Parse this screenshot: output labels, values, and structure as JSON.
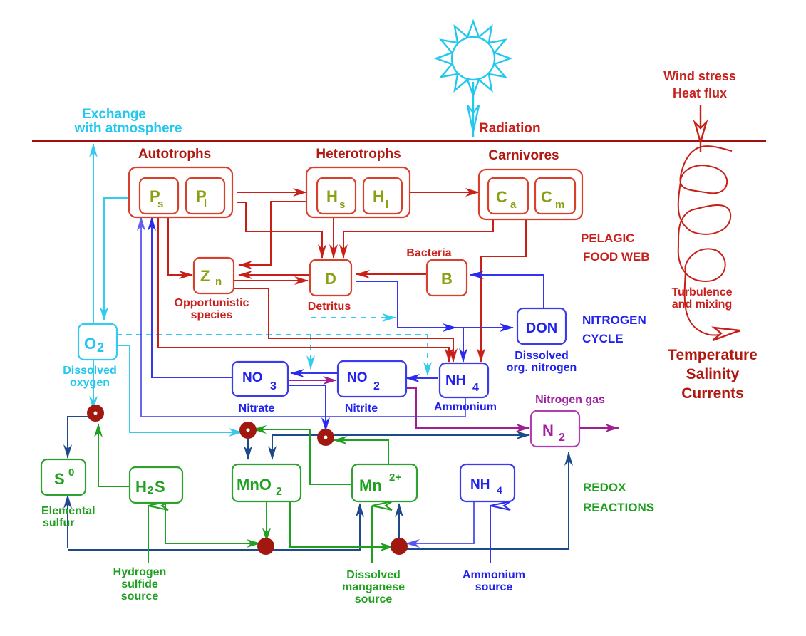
{
  "colors": {
    "surface_line": "#a01010",
    "food_web": "#c8201c",
    "oxygen": "#22c8ee",
    "nitrogen": "#2222ee",
    "redox": "#20a020",
    "nitrogen_gas": "#a020a0",
    "species_text": "#8aa010",
    "redox_node": "#a01810"
  },
  "top": {
    "exchange_line1": "Exchange",
    "exchange_line2": "with atmosphere",
    "radiation": "Radiation",
    "wind_line1": "Wind stress",
    "wind_line2": "Heat flux"
  },
  "food_web": {
    "autotrophs": {
      "title": "Autotrophs",
      "items": [
        {
          "main": "P",
          "sub": "s"
        },
        {
          "main": "P",
          "sub": "l"
        }
      ]
    },
    "heterotrophs": {
      "title": "Heterotrophs",
      "items": [
        {
          "main": "H",
          "sub": "s"
        },
        {
          "main": "H",
          "sub": "l"
        }
      ]
    },
    "carnivores": {
      "title": "Carnivores",
      "items": [
        {
          "main": "C",
          "sub": "a"
        },
        {
          "main": "C",
          "sub": "m"
        }
      ]
    },
    "zn": {
      "main": "Z",
      "sub": "n",
      "caption1": "Opportunistic",
      "caption2": "species"
    },
    "detritus": {
      "main": "D",
      "caption": "Detritus"
    },
    "bacteria": {
      "main": "B",
      "caption": "Bacteria"
    },
    "section_line1": "PELAGIC",
    "section_line2": "FOOD WEB"
  },
  "physics": {
    "turbulence_line1": "Turbulence",
    "turbulence_line2": "and mixing",
    "outputs": [
      "Temperature",
      "Salinity",
      "Currents"
    ]
  },
  "oxygen": {
    "main": "O",
    "sub": "2",
    "caption1": "Dissolved",
    "caption2": "oxygen"
  },
  "nitrogen": {
    "section_line1": "NITROGEN",
    "section_line2": "CYCLE",
    "don": {
      "main": "DON",
      "caption1": "Dissolved",
      "caption2": "org. nitrogen"
    },
    "no3": {
      "main": "NO",
      "sub": "3",
      "caption": "Nitrate"
    },
    "no2": {
      "main": "NO",
      "sub": "2",
      "caption": "Nitrite"
    },
    "nh4": {
      "main": "NH",
      "sub": "4",
      "caption": "Ammonium"
    },
    "n2": {
      "main": "N",
      "sub": "2",
      "caption": "Nitrogen gas"
    }
  },
  "redox": {
    "section_line1": "REDOX",
    "section_line2": "REACTIONS",
    "s0": {
      "main": "S",
      "sup": "0",
      "caption1": "Elemental",
      "caption2": "sulfur"
    },
    "h2s": {
      "main1": "H",
      "sub": "2",
      "main2": "S"
    },
    "mno2": {
      "main": "MnO",
      "sub": "2"
    },
    "mn2": {
      "main": "Mn",
      "sup": "2+"
    },
    "nh4": {
      "main": "NH",
      "sub": "4"
    },
    "h2s_source": [
      "Hydrogen",
      "sulfide",
      "source"
    ],
    "mn_source": [
      "Dissolved",
      "manganese",
      "source"
    ],
    "nh4_source": [
      "Ammonium",
      "source"
    ]
  }
}
